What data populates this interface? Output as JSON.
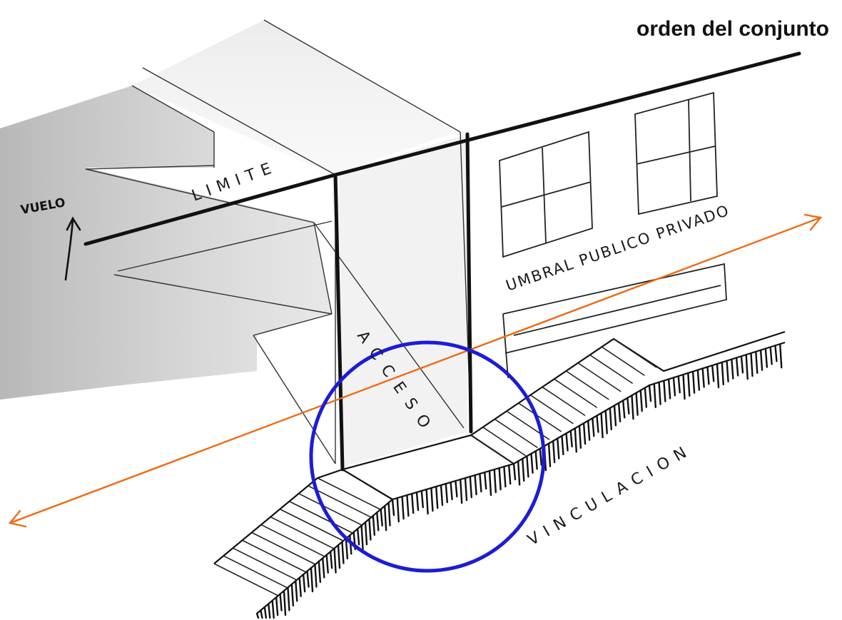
{
  "title": "orden del conjunto",
  "labels": {
    "limite": "LIMITE",
    "acceso": "ACCESO",
    "umbral": "UMBRAL PUBLICO PRIVADO",
    "vinculacion": "VINCULACION",
    "vuelo": "VUELO"
  },
  "colors": {
    "axis_arrow": "#ef6a12",
    "highlight_circle": "#1c1cd6",
    "ink": "#1a1a1a",
    "shade": "#9a9a9a"
  }
}
